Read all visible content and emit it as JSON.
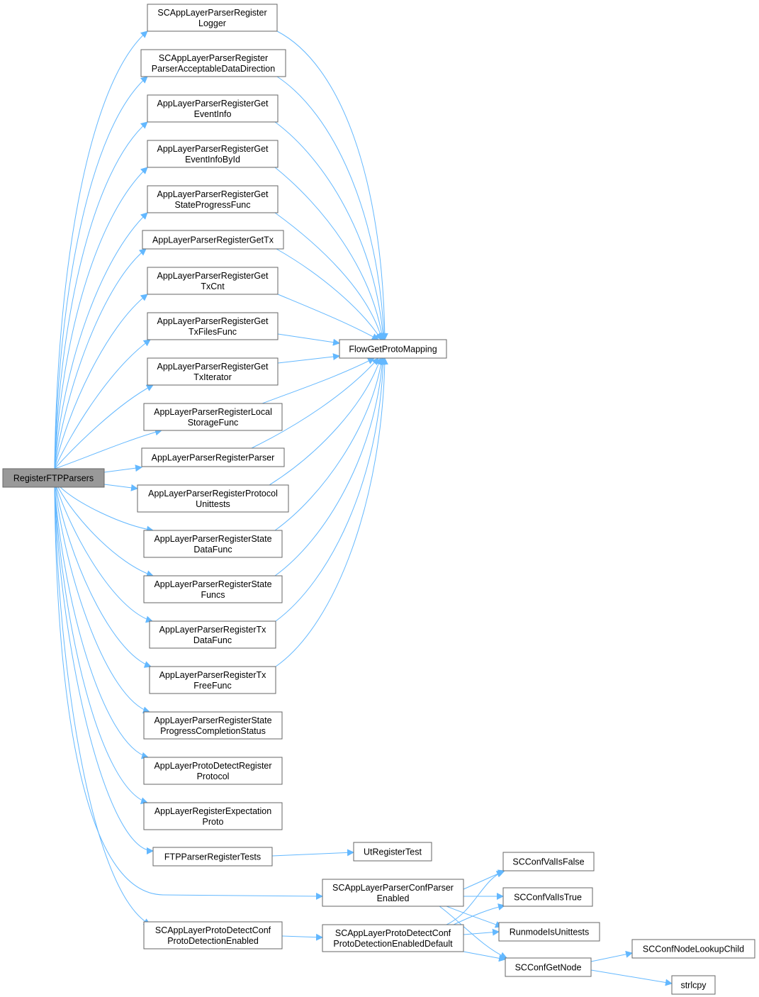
{
  "diagram": {
    "colors": {
      "edge": "#63b8ff",
      "node_border": "#666666",
      "node_fill": "#ffffff",
      "root_fill": "#999999"
    },
    "nodes": [
      {
        "id": "root",
        "lines": [
          "RegisterFTPParsers"
        ],
        "root": true
      },
      {
        "id": "n1",
        "lines": [
          "SCAppLayerParserRegister",
          "Logger"
        ]
      },
      {
        "id": "n2",
        "lines": [
          "SCAppLayerParserRegister",
          "ParserAcceptableDataDirection"
        ]
      },
      {
        "id": "n3",
        "lines": [
          "AppLayerParserRegisterGet",
          "EventInfo"
        ]
      },
      {
        "id": "n4",
        "lines": [
          "AppLayerParserRegisterGet",
          "EventInfoById"
        ]
      },
      {
        "id": "n5",
        "lines": [
          "AppLayerParserRegisterGet",
          "StateProgressFunc"
        ]
      },
      {
        "id": "n6",
        "lines": [
          "AppLayerParserRegisterGetTx"
        ]
      },
      {
        "id": "n7",
        "lines": [
          "AppLayerParserRegisterGet",
          "TxCnt"
        ]
      },
      {
        "id": "n8",
        "lines": [
          "AppLayerParserRegisterGet",
          "TxFilesFunc"
        ]
      },
      {
        "id": "n9",
        "lines": [
          "AppLayerParserRegisterGet",
          "TxIterator"
        ]
      },
      {
        "id": "n10",
        "lines": [
          "AppLayerParserRegisterLocal",
          "StorageFunc"
        ]
      },
      {
        "id": "n11",
        "lines": [
          "AppLayerParserRegisterParser"
        ]
      },
      {
        "id": "n12",
        "lines": [
          "AppLayerParserRegisterProtocol",
          "Unittests"
        ]
      },
      {
        "id": "n13",
        "lines": [
          "AppLayerParserRegisterState",
          "DataFunc"
        ]
      },
      {
        "id": "n14",
        "lines": [
          "AppLayerParserRegisterState",
          "Funcs"
        ]
      },
      {
        "id": "n15",
        "lines": [
          "AppLayerParserRegisterTx",
          "DataFunc"
        ]
      },
      {
        "id": "n16",
        "lines": [
          "AppLayerParserRegisterTx",
          "FreeFunc"
        ]
      },
      {
        "id": "n17",
        "lines": [
          "AppLayerParserRegisterState",
          "ProgressCompletionStatus"
        ]
      },
      {
        "id": "n18",
        "lines": [
          "AppLayerProtoDetectRegister",
          "Protocol"
        ]
      },
      {
        "id": "n19",
        "lines": [
          "AppLayerRegisterExpectation",
          "Proto"
        ]
      },
      {
        "id": "n20",
        "lines": [
          "FTPParserRegisterTests"
        ]
      },
      {
        "id": "n21",
        "lines": [
          "SCAppLayerParserConfParser",
          "Enabled"
        ]
      },
      {
        "id": "n22",
        "lines": [
          "SCAppLayerProtoDetectConf",
          "ProtoDetectionEnabled"
        ]
      },
      {
        "id": "fgpm",
        "lines": [
          "FlowGetProtoMapping"
        ]
      },
      {
        "id": "utrt",
        "lines": [
          "UtRegisterTest"
        ]
      },
      {
        "id": "pdd",
        "lines": [
          "SCAppLayerProtoDetectConf",
          "ProtoDetectionEnabledDefault"
        ]
      },
      {
        "id": "cvf",
        "lines": [
          "SCConfValIsFalse"
        ]
      },
      {
        "id": "cvt",
        "lines": [
          "SCConfValIsTrue"
        ]
      },
      {
        "id": "rmu",
        "lines": [
          "RunmodeIsUnittests"
        ]
      },
      {
        "id": "cgn",
        "lines": [
          "SCConfGetNode"
        ]
      },
      {
        "id": "cnlc",
        "lines": [
          "SCConfNodeLookupChild"
        ]
      },
      {
        "id": "strl",
        "lines": [
          "strlcpy"
        ]
      }
    ]
  }
}
